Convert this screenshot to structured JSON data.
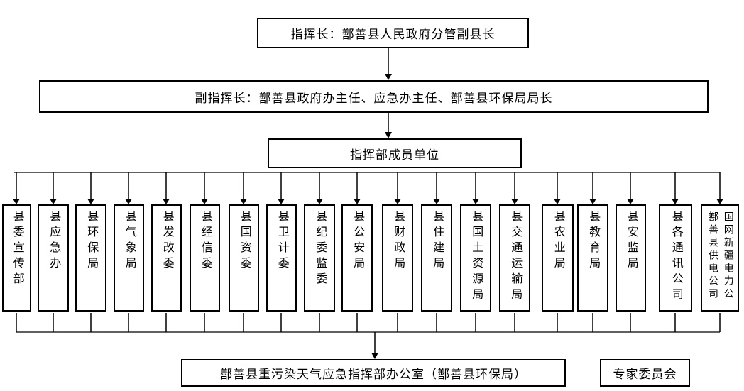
{
  "org_chart": {
    "commander": {
      "label": "指挥长：鄯善县人民政府分管副县长"
    },
    "deputy_commander": {
      "label": "副指挥长：鄯善县政府办主任、应急办主任、鄯善县环保局局长"
    },
    "member_units_header": {
      "label": "指挥部成员单位"
    },
    "member_units": [
      {
        "label": "县委宣传部"
      },
      {
        "label": "县应急办"
      },
      {
        "label": "县环保局"
      },
      {
        "label": "县气象局"
      },
      {
        "label": "县发改委"
      },
      {
        "label": "县经信委"
      },
      {
        "label": "县国资委"
      },
      {
        "label": "县卫计委"
      },
      {
        "label": "县纪委监委"
      },
      {
        "label": "县公安局"
      },
      {
        "label": "县财政局"
      },
      {
        "label": "县住建局"
      },
      {
        "label": "县国土资源局"
      },
      {
        "label": "县交通运输局"
      },
      {
        "label": "县农业局"
      },
      {
        "label": "县教育局"
      },
      {
        "label": "县安监局"
      },
      {
        "label": "县各通讯公司"
      },
      {
        "label": "国网新疆电力公\n鄯善县供电公司"
      }
    ],
    "office": {
      "label": "鄯善县重污染天气应急指挥部办公室（鄯善县环保局）"
    },
    "expert_committee": {
      "label": "专家委员会"
    },
    "colors": {
      "background": "#ffffff",
      "box_border": "#000000",
      "line": "#000000",
      "text": "#000000"
    }
  }
}
